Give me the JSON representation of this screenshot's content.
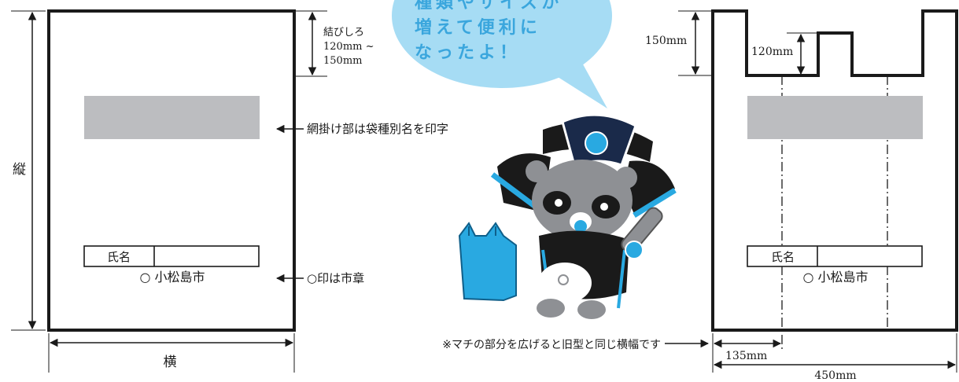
{
  "left_bag": {
    "height_label": "縦",
    "width_label": "横",
    "tie_label_lines": [
      "結びしろ",
      "120mm ~",
      "150mm"
    ],
    "name_box_label": "氏名",
    "city_label": "○ 小松島市"
  },
  "callouts": {
    "print_area_note": "網掛け部は袋種別名を印字",
    "seal_note": "○印は市章",
    "gusset_note": "※マチの部分を広げると旧型と同じ横幅です"
  },
  "bubble": {
    "lines": [
      "種類やサイズが",
      "増えて便利に",
      "なったよ！"
    ],
    "color": "#a6dcf4",
    "text_color": "#3aa6dd"
  },
  "right_bag": {
    "handle_height": "150mm",
    "notch_depth": "120mm",
    "gusset_width": "135mm",
    "total_width": "450mm",
    "name_box_label": "氏名",
    "city_label": "○ 小松島市"
  },
  "colors": {
    "print_area": "#bcbdc0",
    "mascot_blue": "#29a9e1",
    "mascot_gray": "#8e9094",
    "outline": "#1a1a1a"
  },
  "icons": [
    "mascot-character",
    "plastic-bag-icon",
    "arrow-left-icon",
    "arrow-right-icon"
  ]
}
